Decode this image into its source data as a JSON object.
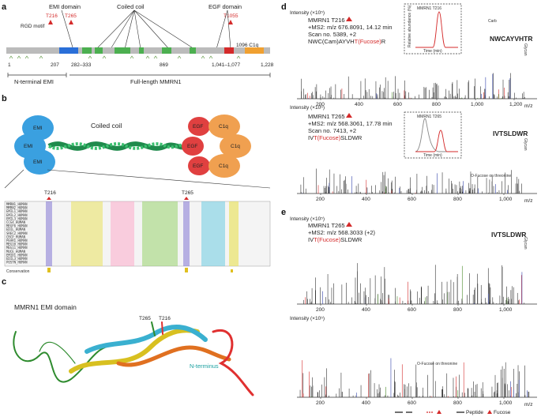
{
  "panels": {
    "a": "a",
    "b": "b",
    "c": "c",
    "d": "d",
    "e": "e"
  },
  "panel_a": {
    "rgd": "RGD motif",
    "emi_domain": "EMI domain",
    "coiled_coil": "Coiled coil",
    "egf_domain": "EGF domain",
    "t216": "T216",
    "t265": "T265",
    "t1055": "T1055",
    "c1q": "1096 C1q",
    "pos": [
      "1",
      "207",
      "282–333",
      "869",
      "1,041–1,077",
      "1,228"
    ],
    "n_emi": "N-terminal EMI",
    "full": "Full-length MMRN1"
  },
  "panel_b": {
    "emi": "EMI",
    "coiled": "Coiled coil",
    "egf": "EGF",
    "c1q": "C1q",
    "t216": "T216",
    "t265": "T265",
    "conservation": "Conservation",
    "seq_names": [
      "MMRN1_HUMAN",
      "MMRN2_HUMAN",
      "EMIL1_HUMAN",
      "EMIL2_HUMAN",
      "EMIL3_HUMAN",
      "CCG4_HUMAN",
      "MEGF6_HUMAN",
      "EDIL_HUMAN",
      "SREC2_HUMAN",
      "CRCP_HUMAN",
      "PEAR1_HUMAN",
      "MEG10_HUMAN",
      "MEG11_HUMAN",
      "MUCE_HUMAN",
      "EMID1_HUMAN",
      "EDIL3_HUMAN",
      "POSTN_HUMAN"
    ]
  },
  "panel_c": {
    "title": "MMRN1 EMI domain",
    "t265": "T265",
    "t216": "T216",
    "nterm": "N-terminus"
  },
  "panel_d": {
    "y1": "Intensity (×10⁵)",
    "y2": "Intensity (×10⁶)",
    "s1": {
      "l1": "MMRN1 T216",
      "l2": "+MS2: m/z 676.8091, 14.12 min",
      "l3": "Scan no. 5389, +2",
      "l4": "NWC(Cam)AYVH",
      "l4r": "T(Fucose)",
      "l4e": "R"
    },
    "s2": {
      "l1": "MMRN1 T265",
      "l2": "+MS2: m/z 568.3061, 17.78 min",
      "l3": "Scan no. 7413, +2",
      "l4": "IV",
      "l4r": "T(Fucose)",
      "l4e": "SLDWR"
    },
    "inset1": "MMRN1 T216",
    "inset2": "MMRN1 T265",
    "inset_y": "Relative abundance (%)",
    "inset_x": "Time (min)",
    "ofuc": "O-Fucose on threonine",
    "mz": "m/z",
    "ticks1": [
      "200",
      "400",
      "600",
      "800",
      "1,000",
      "1,200"
    ],
    "ticks2": [
      "200",
      "400",
      "600",
      "800",
      "1,000"
    ],
    "glycan": "Glycan",
    "carb": "Carb",
    "seq1": "NWCAYVHTR",
    "seq2": "IVTSLDWR"
  },
  "panel_e": {
    "y1": "Intensity (×10⁵)",
    "y2": "Intensity (×10⁵)",
    "l1": "MMRN1 T265",
    "l2": "+MS2: m/z 568.3033 (+2)",
    "l3": "IV",
    "l3r": "T(Fucose)",
    "l3e": "SLDWR",
    "ofuc": "O-Fucose on threonine",
    "mz": "m/z",
    "ticks": [
      "200",
      "400",
      "600",
      "800",
      "1,000"
    ],
    "legend": {
      "peptide": "Peptide",
      "fucose": "Fucose"
    },
    "seq": "IVTSLDWR",
    "glycan": "Glycan"
  }
}
